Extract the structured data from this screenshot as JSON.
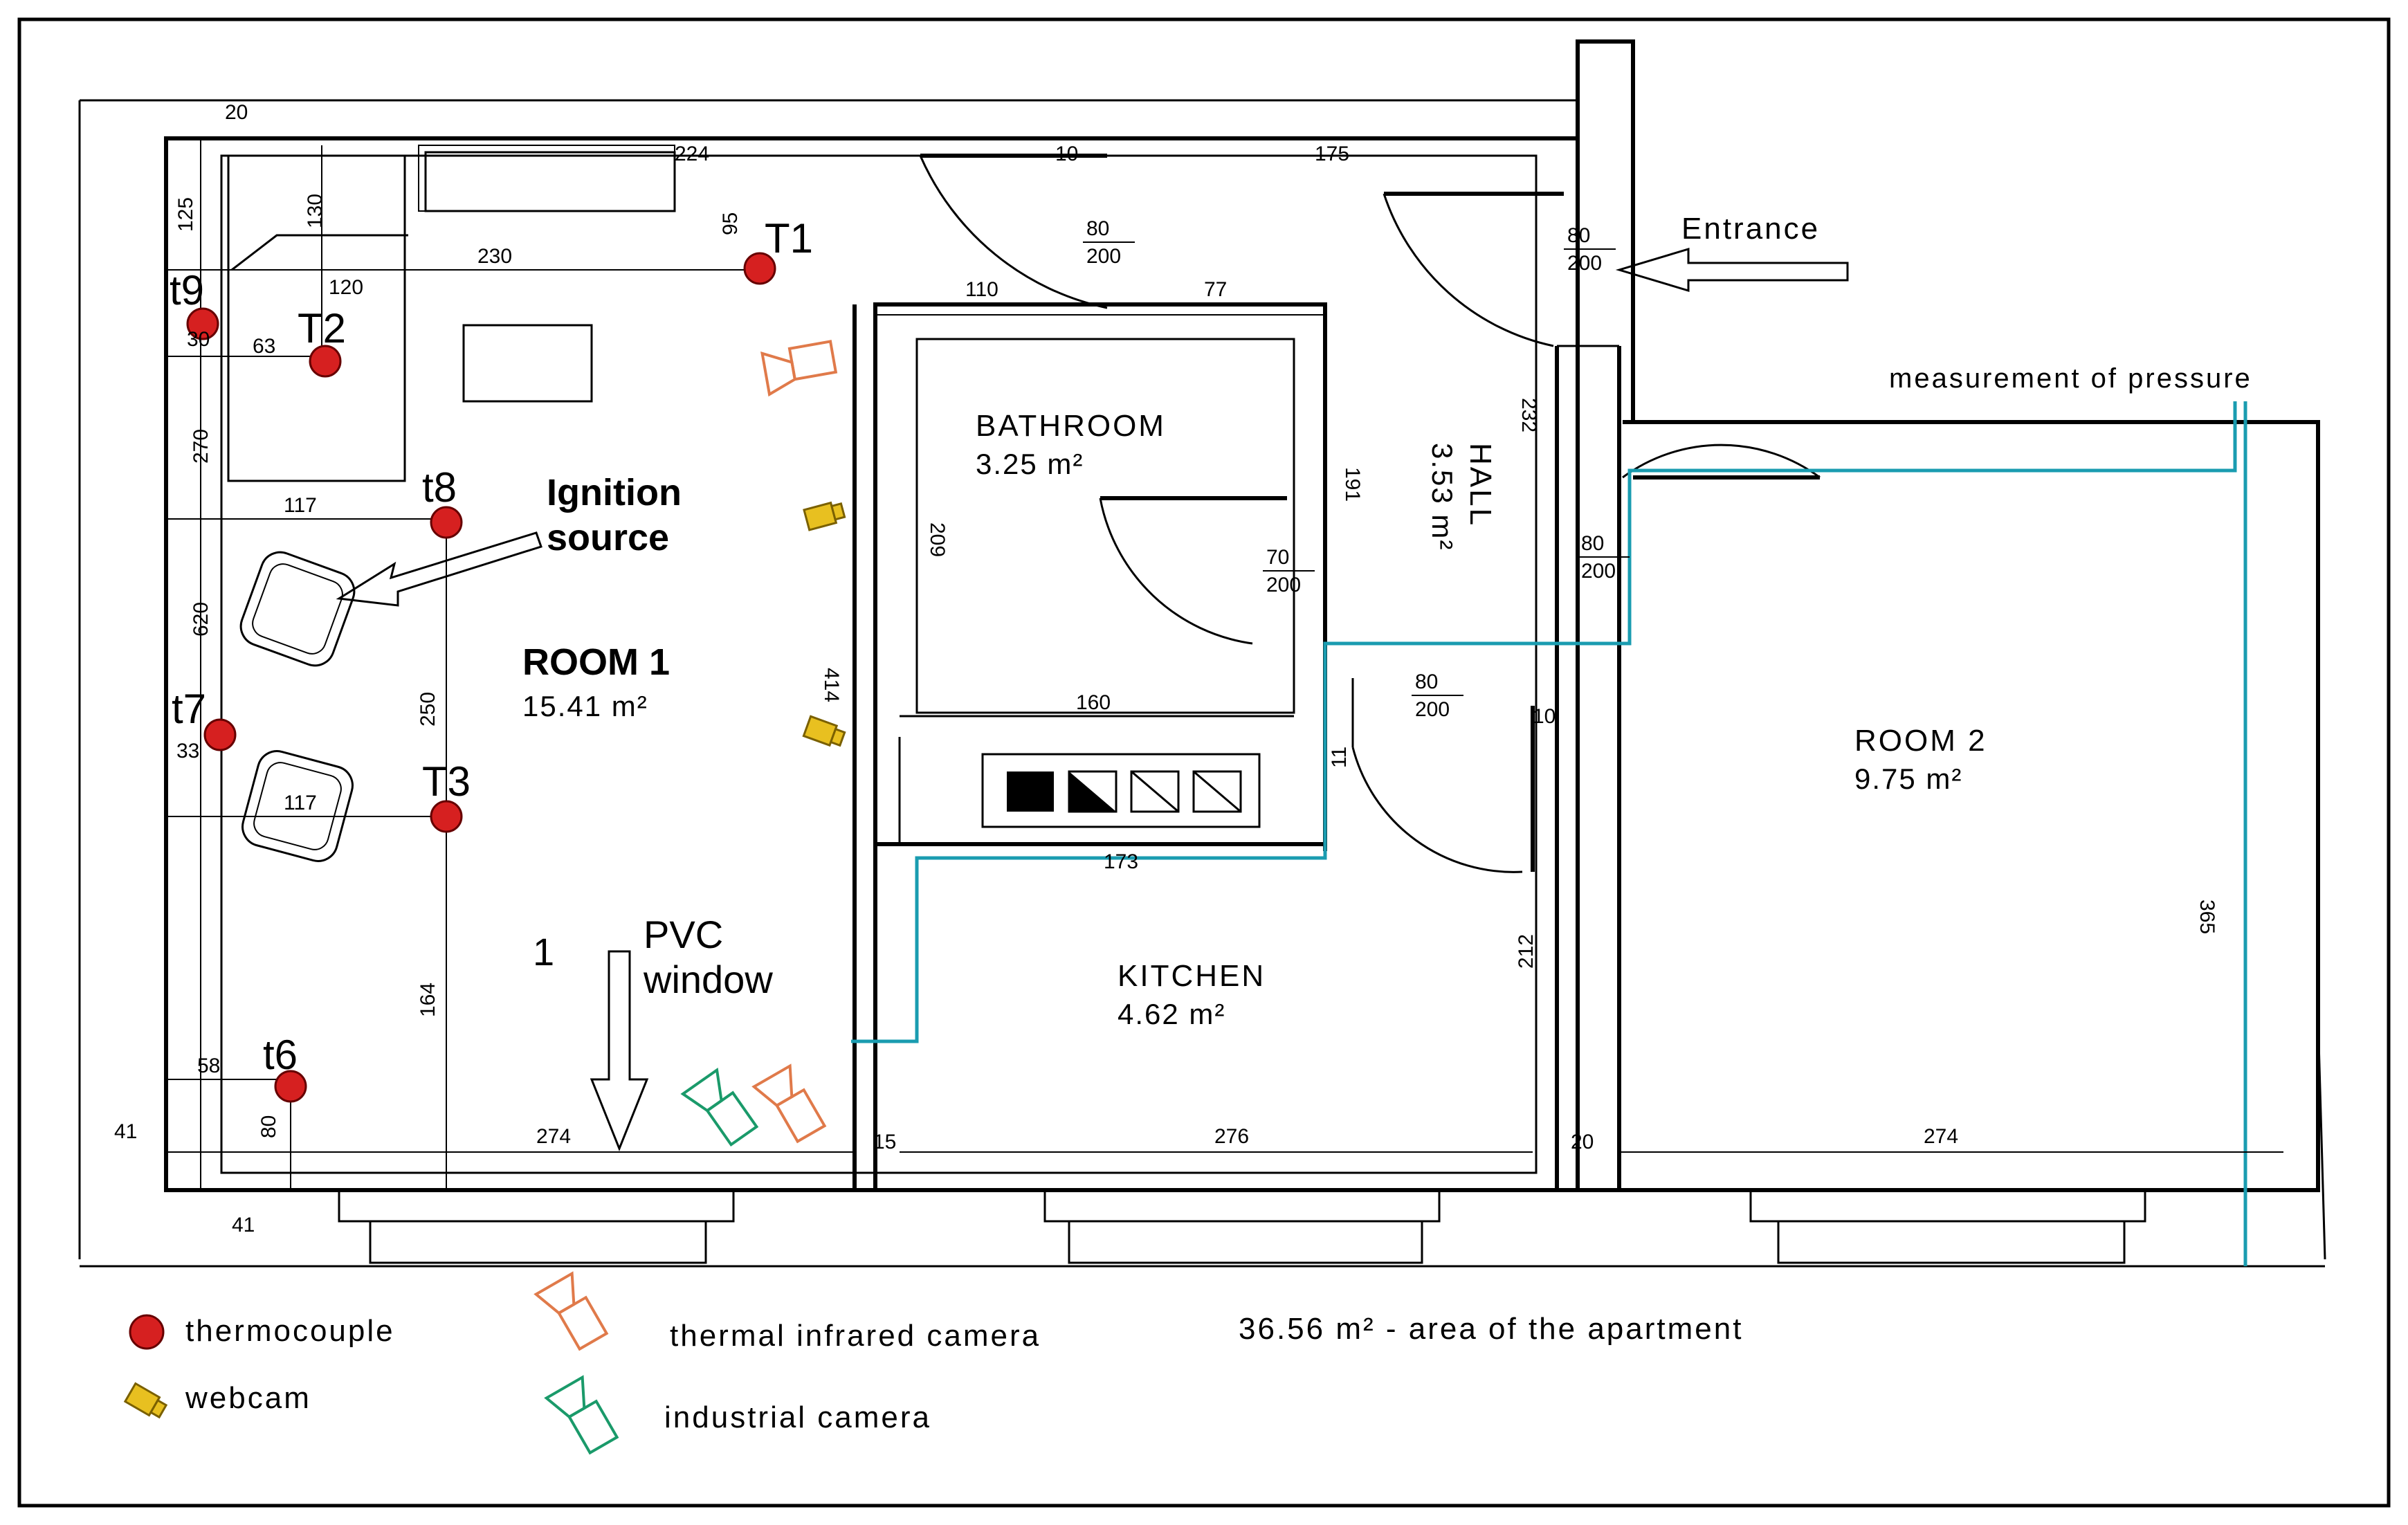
{
  "labels": {
    "room1_name": "ROOM 1",
    "room1_area": "15.41 m²",
    "bathroom_name": "BATHROOM",
    "bathroom_area": "3.25 m²",
    "hall_name": "HALL",
    "hall_area": "3.53 m²",
    "kitchen_name": "KITCHEN",
    "kitchen_area": "4.62 m²",
    "room2_name": "ROOM 2",
    "room2_area": "9.75 m²",
    "entrance": "Entrance",
    "measurement": "measurement of pressure",
    "ignition_line1": "Ignition",
    "ignition_line2": "source",
    "pvc_num": "1",
    "pvc_line1": "PVC",
    "pvc_line2": "window"
  },
  "sensors": {
    "T1": "T1",
    "T2": "T2",
    "T3": "T3",
    "t6": "t6",
    "t7": "t7",
    "t8": "t8",
    "t9": "t9"
  },
  "dims": {
    "d20": "20",
    "d224": "224",
    "d10": "10",
    "d175": "175",
    "d230": "230",
    "d120": "120",
    "d63": "63",
    "d117a": "117",
    "d117b": "117",
    "d110": "110",
    "d77": "77",
    "d160": "160",
    "d173": "173",
    "d276": "276",
    "d274a": "274",
    "d274b": "274",
    "d15": "15",
    "d20b": "20",
    "d41a": "41",
    "d41b": "41",
    "d58": "58",
    "d33": "33",
    "d30": "30",
    "d10b": "10",
    "v125": "125",
    "v130": "130",
    "v95": "95",
    "v270": "270",
    "v620": "620",
    "v250": "250",
    "v164": "164",
    "v80": "80",
    "v414": "414",
    "v209": "209",
    "v191": "191",
    "v232": "232",
    "v212": "212",
    "v365": "365",
    "v11": "11",
    "door1_top": "80",
    "door1_bot": "200",
    "door2_top": "80",
    "door2_bot": "200",
    "door3_top": "80",
    "door3_bot": "200",
    "door4_top": "70",
    "door4_bot": "200",
    "door5_top": "80",
    "door5_bot": "200"
  },
  "legend": {
    "thermocouple": "thermocouple",
    "webcam": "webcam",
    "thermal_camera": "thermal infrared camera",
    "industrial_camera": "industrial camera",
    "apartment_area": "36.56 m² - area of the apartment"
  },
  "colors": {
    "thermocouple": "#d62020",
    "webcam": "#e8c020",
    "thermal_camera": "#e07a4a",
    "industrial_camera": "#1a9a6a",
    "pressure_line": "#1a9cb0"
  }
}
